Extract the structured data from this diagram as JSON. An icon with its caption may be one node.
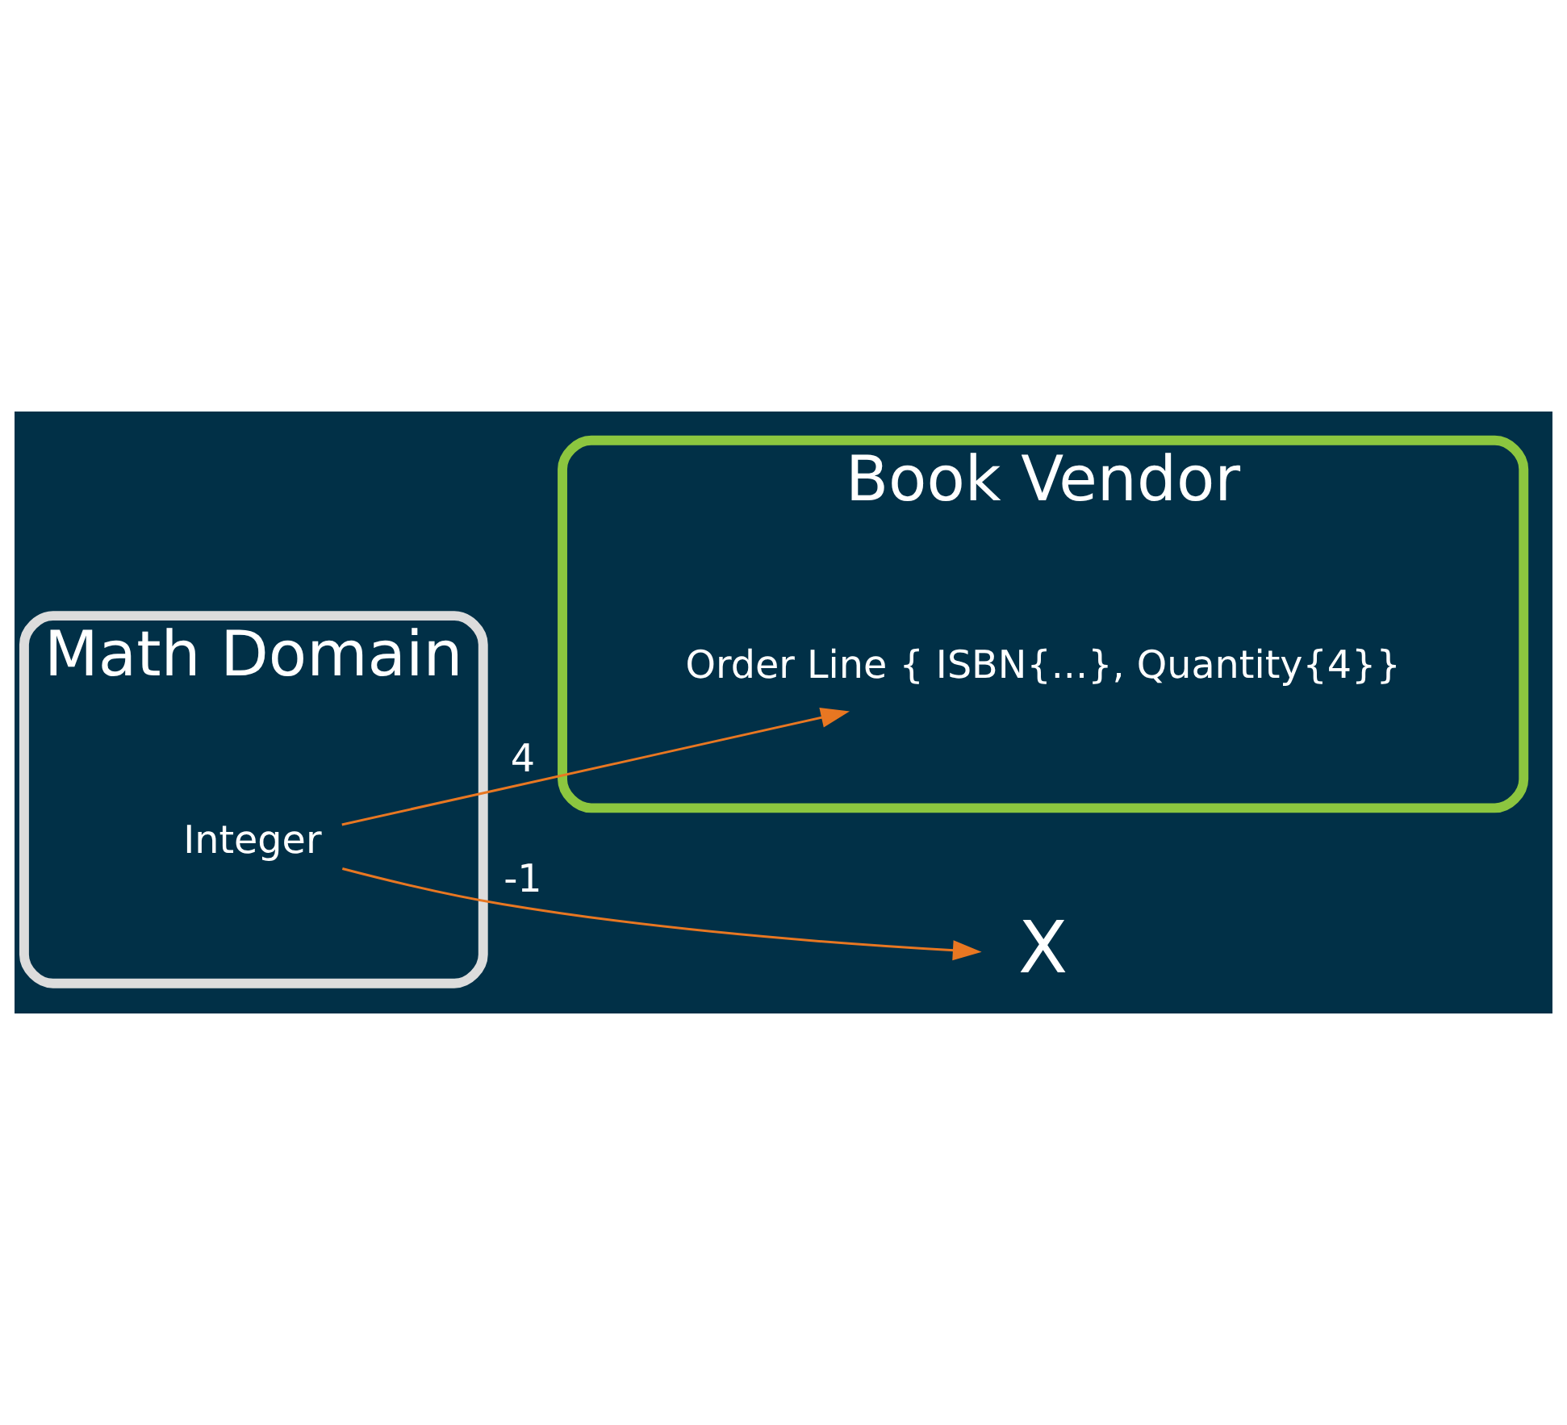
{
  "diagram": {
    "nodes": [
      {
        "text": [
          "Math Domain"
        ]
      },
      {
        "text": [
          "Integer"
        ],
        "in": 0
      },
      {
        "text": [
          "Book Vendor"
        ]
      },
      {
        "text": [
          "Order Line { ISBN{...}, Quantity{4}}"
        ],
        "in": 2
      },
      {
        "text": [
          "X"
        ]
      }
    ],
    "edges": [
      {
        "from": 1,
        "to": 4,
        "arrow": "to",
        "label": "-1"
      },
      {
        "from": 1,
        "to": 3,
        "arrow": "to",
        "label": "4"
      }
    ]
  }
}
